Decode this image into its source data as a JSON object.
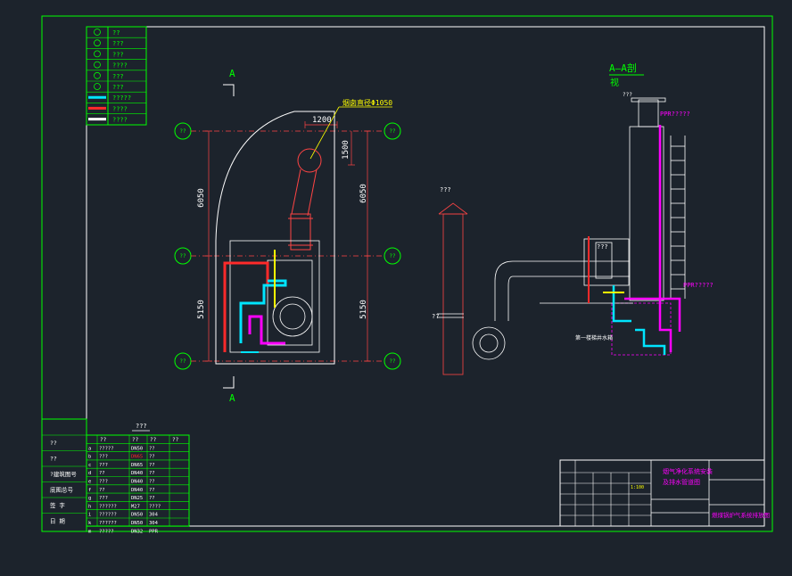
{
  "colors": {
    "background": "#1c232c",
    "frame": "#ffffff",
    "green": "#00ff00",
    "red": "#ff2a2a",
    "cyan": "#00e5ff",
    "magenta": "#ff00ff",
    "yellow": "#ffff00",
    "white": "#ffffff"
  },
  "legend": {
    "rows": [
      "??",
      "???",
      "???",
      "????",
      "???",
      "???",
      "?????",
      "????",
      "????"
    ]
  },
  "plan": {
    "section_top": "A",
    "section_bottom": "A",
    "dim_left_upper": "6050",
    "dim_left_lower": "5150",
    "dim_right_upper": "6050",
    "dim_right_lower": "5150",
    "dim_1200": "1200",
    "dim_1500": "1500",
    "callout": "烟囱直径Φ1050",
    "axis_label": "??"
  },
  "section": {
    "title": "A—A剖",
    "subtitle": "视",
    "tag_top": "???",
    "tag_chimney": "???",
    "tag_left": "??",
    "tag_pipe1": "PPR?????",
    "tag_pipe2": "PPR?????",
    "tag_box": "???",
    "note": "第一楼梯井水箱"
  },
  "equipment_table": {
    "title": "???",
    "headers": [
      "",
      "??",
      "??",
      "??",
      "??"
    ],
    "rows": [
      [
        "a",
        "?????",
        "DN50",
        "??"
      ],
      [
        "b",
        "???",
        "DN65",
        "??"
      ],
      [
        "c",
        "???",
        "DN65",
        "??"
      ],
      [
        "d",
        "??",
        "DN40",
        "??"
      ],
      [
        "e",
        "???",
        "DN40",
        "??"
      ],
      [
        "f",
        "??",
        "DN40",
        "??"
      ],
      [
        "g",
        "???",
        "DN25",
        "??"
      ],
      [
        "h",
        "??????",
        "M27",
        "????"
      ],
      [
        "i",
        "??????",
        "DN50",
        "304"
      ],
      [
        "k",
        "??????",
        "DN50",
        "304"
      ],
      [
        "m",
        "?????",
        "DN32",
        "PPR"
      ]
    ],
    "side_labels": [
      "??",
      "??",
      "?建筑图号",
      "底图总号",
      "签 字",
      "日 期"
    ]
  },
  "title_block": {
    "project_line1": "烟气净化系统安装",
    "project_line2": "及排水管道图",
    "drawing_title": "燃煤锅炉气系统排放图",
    "scale": "1:100"
  }
}
